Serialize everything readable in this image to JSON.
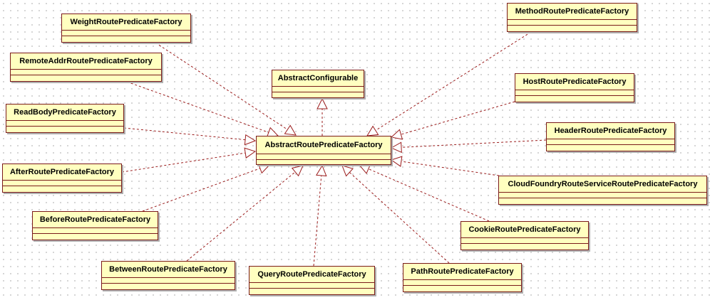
{
  "diagram": {
    "parent": {
      "name": "AbstractConfigurable"
    },
    "center": {
      "name": "AbstractRoutePredicateFactory"
    },
    "factories": [
      {
        "name": "WeightRoutePredicateFactory"
      },
      {
        "name": "RemoteAddrRoutePredicateFactory"
      },
      {
        "name": "ReadBodyPredicateFactory"
      },
      {
        "name": "AfterRoutePredicateFactory"
      },
      {
        "name": "BeforeRoutePredicateFactory"
      },
      {
        "name": "BetweenRoutePredicateFactory"
      },
      {
        "name": "QueryRoutePredicateFactory"
      },
      {
        "name": "PathRoutePredicateFactory"
      },
      {
        "name": "CookieRoutePredicateFactory"
      },
      {
        "name": "CloudFoundryRouteServiceRoutePredicateFactory"
      },
      {
        "name": "HeaderRoutePredicateFactory"
      },
      {
        "name": "HostRoutePredicateFactory"
      },
      {
        "name": "MethodRoutePredicateFactory"
      }
    ]
  }
}
